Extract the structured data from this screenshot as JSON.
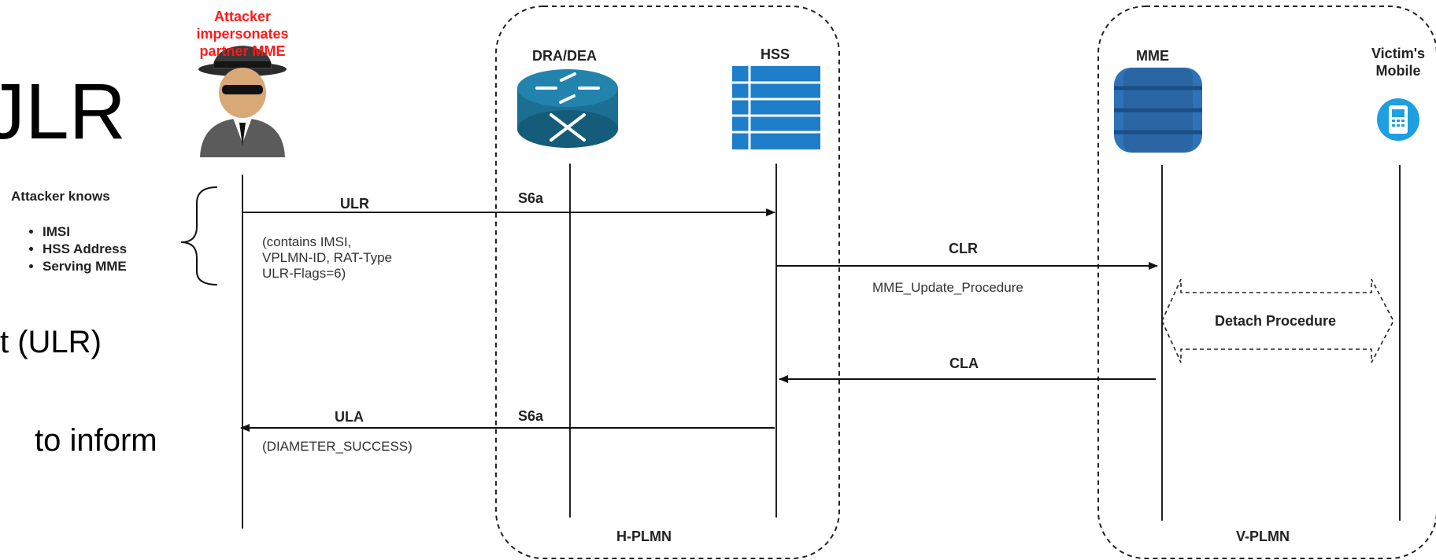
{
  "slide": {
    "title_fragment": "JLR",
    "line1_fragment": "t (ULR)",
    "line2_fragment": "to inform"
  },
  "attacker": {
    "caption": [
      "Attacker",
      "impersonates",
      "partner MME"
    ],
    "knows_title": "Attacker knows",
    "knows_items": [
      "IMSI",
      "HSS Address",
      "Serving MME"
    ]
  },
  "nodes": {
    "dra": "DRA/DEA",
    "hss": "HSS",
    "mme": "MME",
    "mobile": [
      "Victim's",
      "Mobile"
    ]
  },
  "regions": {
    "home": "H-PLMN",
    "visited": "V-PLMN"
  },
  "messages": {
    "ulr": "ULR",
    "ulr_iface": "S6a",
    "ulr_params": [
      "(contains IMSI,",
      "VPLMN-ID, RAT-Type",
      "ULR-Flags=6)"
    ],
    "clr": "CLR",
    "clr_note": "MME_Update_Procedure",
    "detach": "Detach Procedure",
    "cla": "CLA",
    "ula": "ULA",
    "ula_iface": "S6a",
    "ula_result": "(DIAMETER_SUCCESS)"
  },
  "colors": {
    "accent_red": "#ff1a1a",
    "router_blue": "#1b6f93",
    "hss_blue": "#1f7ec9",
    "mme_blue": "#2e73b8",
    "mobile_blue": "#1e9fe0"
  },
  "icons": {
    "attacker": "spy-attacker-icon",
    "dra": "router-icon",
    "hss": "database-stack-icon",
    "mme": "server-cylinder-icon",
    "mobile": "mobile-phone-icon"
  }
}
